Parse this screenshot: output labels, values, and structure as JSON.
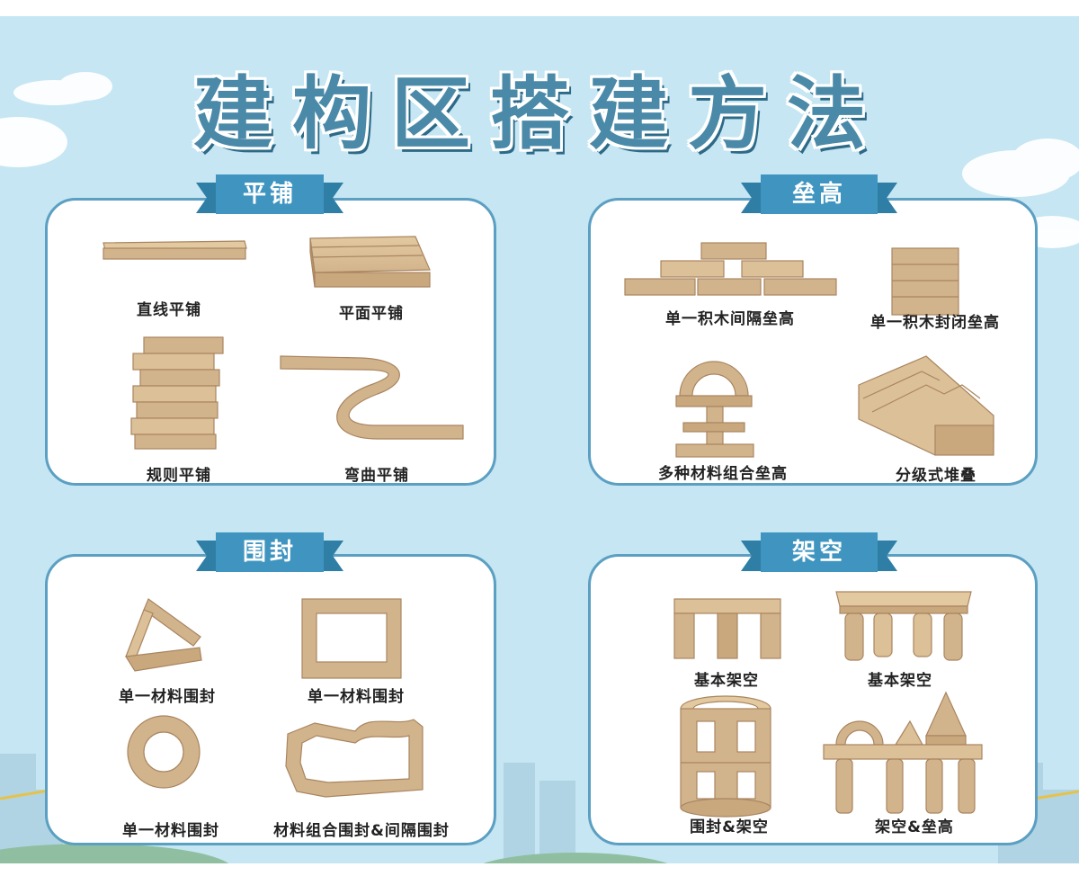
{
  "title": "建构区搭建方法",
  "colors": {
    "sky": "#c5e6f2",
    "accent": "#3f95c0",
    "title": "#4a8aa8",
    "wood": "#d2b48c",
    "wood_dark": "#b8946a"
  },
  "sections": [
    {
      "heading": "平铺",
      "items": [
        {
          "label": "直线平铺",
          "icon": "straight-line-block-icon"
        },
        {
          "label": "平面平铺",
          "icon": "flat-plane-block-icon"
        },
        {
          "label": "规则平铺",
          "icon": "regular-stack-block-icon"
        },
        {
          "label": "弯曲平铺",
          "icon": "curved-block-icon"
        }
      ]
    },
    {
      "heading": "垒高",
      "items": [
        {
          "label": "单一积木间隔垒高",
          "icon": "spaced-stack-block-icon"
        },
        {
          "label": "单一积木封闭垒高",
          "icon": "closed-stack-block-icon"
        },
        {
          "label": "多种材料组合垒高",
          "icon": "mixed-material-stack-icon"
        },
        {
          "label": "分级式堆叠",
          "icon": "staircase-stack-icon"
        }
      ]
    },
    {
      "heading": "围封",
      "items": [
        {
          "label": "单一材料围封",
          "icon": "triangle-enclosure-icon"
        },
        {
          "label": "单一材料围封",
          "icon": "square-enclosure-icon"
        },
        {
          "label": "单一材料围封",
          "icon": "ring-enclosure-icon"
        },
        {
          "label": "材料组合围封&间隔围封",
          "icon": "combined-enclosure-icon"
        }
      ]
    },
    {
      "heading": "架空",
      "items": [
        {
          "label": "基本架空",
          "icon": "arch-bridge-icon"
        },
        {
          "label": "基本架空",
          "icon": "column-bridge-icon"
        },
        {
          "label": "围封&架空",
          "icon": "cylinder-tower-icon"
        },
        {
          "label": "架空&垒高",
          "icon": "elevated-stack-icon"
        }
      ]
    }
  ]
}
